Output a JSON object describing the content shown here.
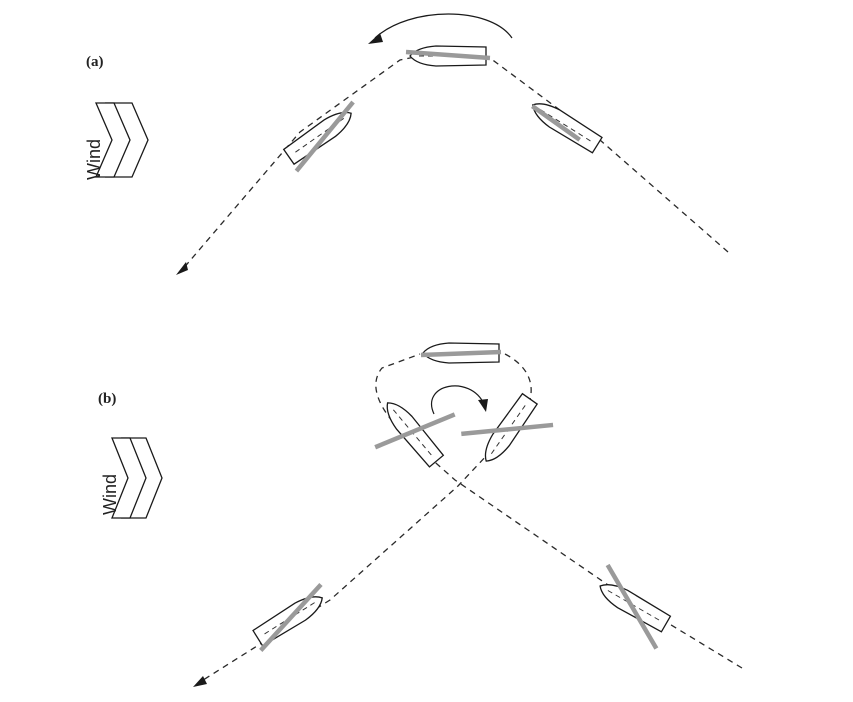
{
  "panels": [
    {
      "id": "a",
      "label": "(a)",
      "wind_label": "Wind"
    },
    {
      "id": "b",
      "label": "(b)",
      "wind_label": "Wind"
    }
  ]
}
